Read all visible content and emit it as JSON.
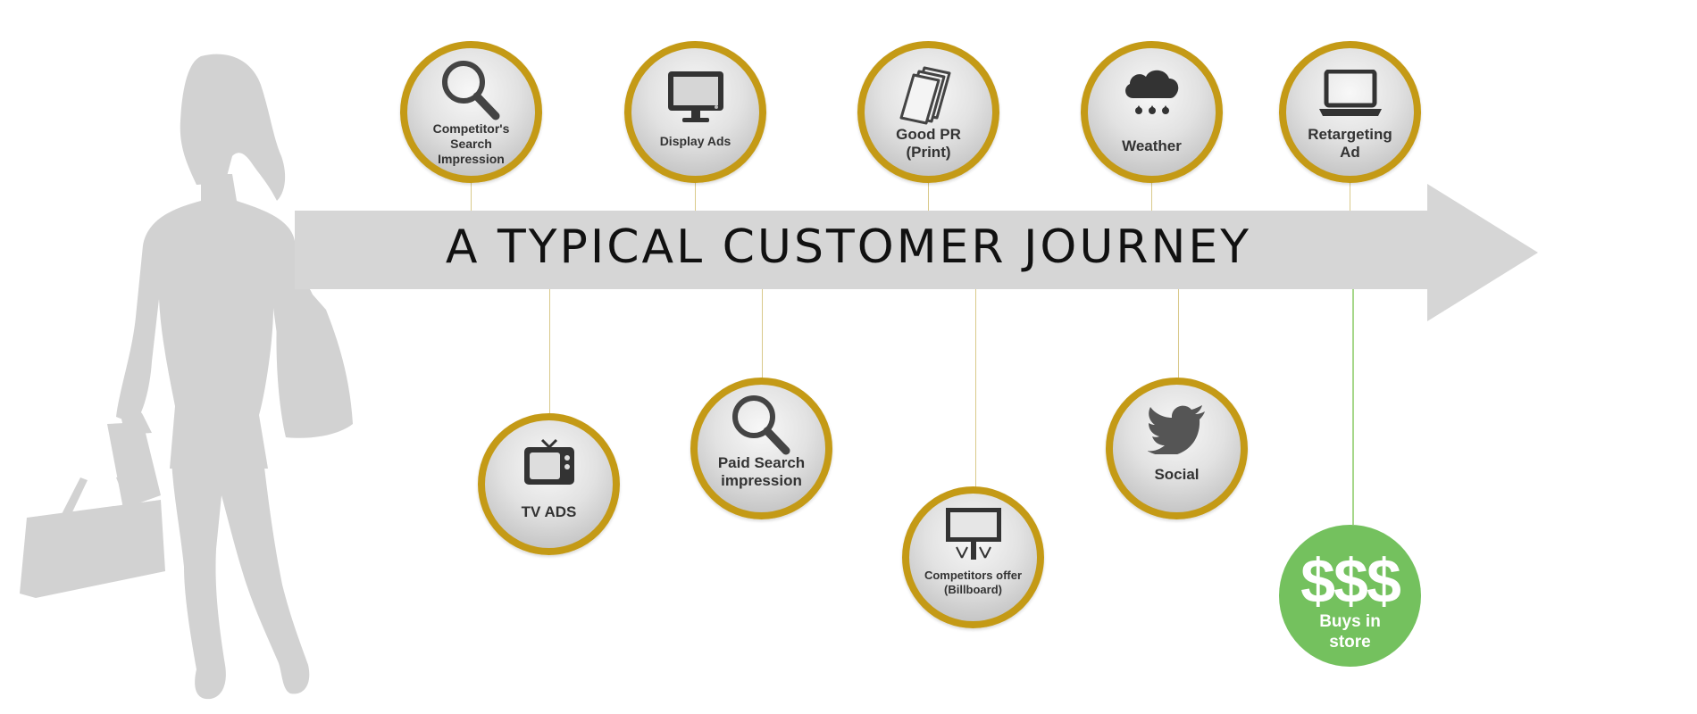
{
  "title": "A TYPICAL CUSTOMER JOURNEY",
  "colors": {
    "arrow": "#d6d6d6",
    "silhouette": "#d2d2d2",
    "ring": "#c49a16",
    "icon": "#333333",
    "purchase": "#74c15e"
  },
  "touchpoints_top": [
    {
      "label": "Competitor's\nSearch\nImpression",
      "icon": "magnifier-icon"
    },
    {
      "label": "Display Ads",
      "icon": "monitor-icon"
    },
    {
      "label": "Good PR\n(Print)",
      "icon": "print-papers-icon"
    },
    {
      "label": "Weather",
      "icon": "rain-cloud-icon"
    },
    {
      "label": "Retargeting\nAd",
      "icon": "laptop-icon"
    }
  ],
  "touchpoints_bottom": [
    {
      "label": "TV ADS",
      "icon": "television-icon"
    },
    {
      "label": "Paid Search\nimpression",
      "icon": "magnifier-icon"
    },
    {
      "label": "Competitors offer\n(Billboard)",
      "icon": "billboard-icon"
    },
    {
      "label": "Social",
      "icon": "twitter-bird-icon"
    }
  ],
  "purchase": {
    "symbol": "$$$",
    "label": "Buys in\nstore",
    "icon": "dollar-signs-icon"
  }
}
